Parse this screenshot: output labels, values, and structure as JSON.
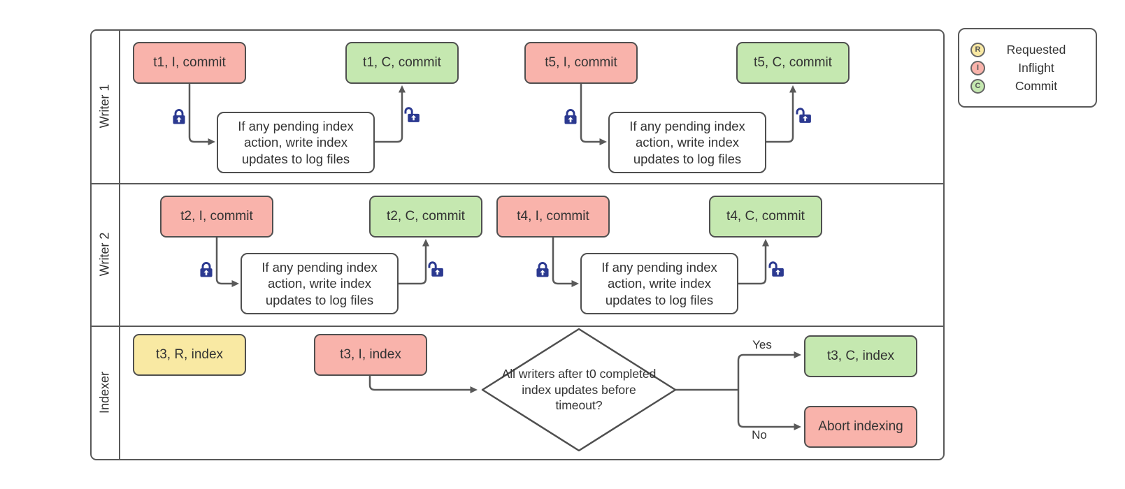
{
  "diagram": {
    "lanes": [
      {
        "label": "Writer 1"
      },
      {
        "label": "Writer 2"
      },
      {
        "label": "Indexer"
      }
    ],
    "nodes": {
      "t1_inflight": "t1, I, commit",
      "t1_commit": "t1, C, commit",
      "t5_inflight": "t5, I, commit",
      "t5_commit": "t5, C, commit",
      "t2_inflight": "t2, I, commit",
      "t2_commit": "t2, C, commit",
      "t4_inflight": "t4, I, commit",
      "t4_commit": "t4, C, commit",
      "t3_requested": "t3, R, index",
      "t3_inflight": "t3, I, index",
      "t3_commit": "t3, C, index",
      "abort": "Abort indexing",
      "process_step": "If any pending index action, write index updates to log files",
      "decision": "All writers after t0 completed index updates before timeout?"
    },
    "branch_labels": {
      "yes": "Yes",
      "no": "No"
    },
    "legend": {
      "items": [
        {
          "symbol": "R",
          "label": "Requested"
        },
        {
          "symbol": "I",
          "label": "Inflight"
        },
        {
          "symbol": "C",
          "label": "Commit"
        }
      ]
    },
    "colors": {
      "inflight_fill": "#f9b3ab",
      "commit_fill": "#c5e8b0",
      "requested_fill": "#f9e9a3",
      "stroke": "#595959",
      "lock": "#2b3990",
      "background": "#ffffff"
    }
  }
}
